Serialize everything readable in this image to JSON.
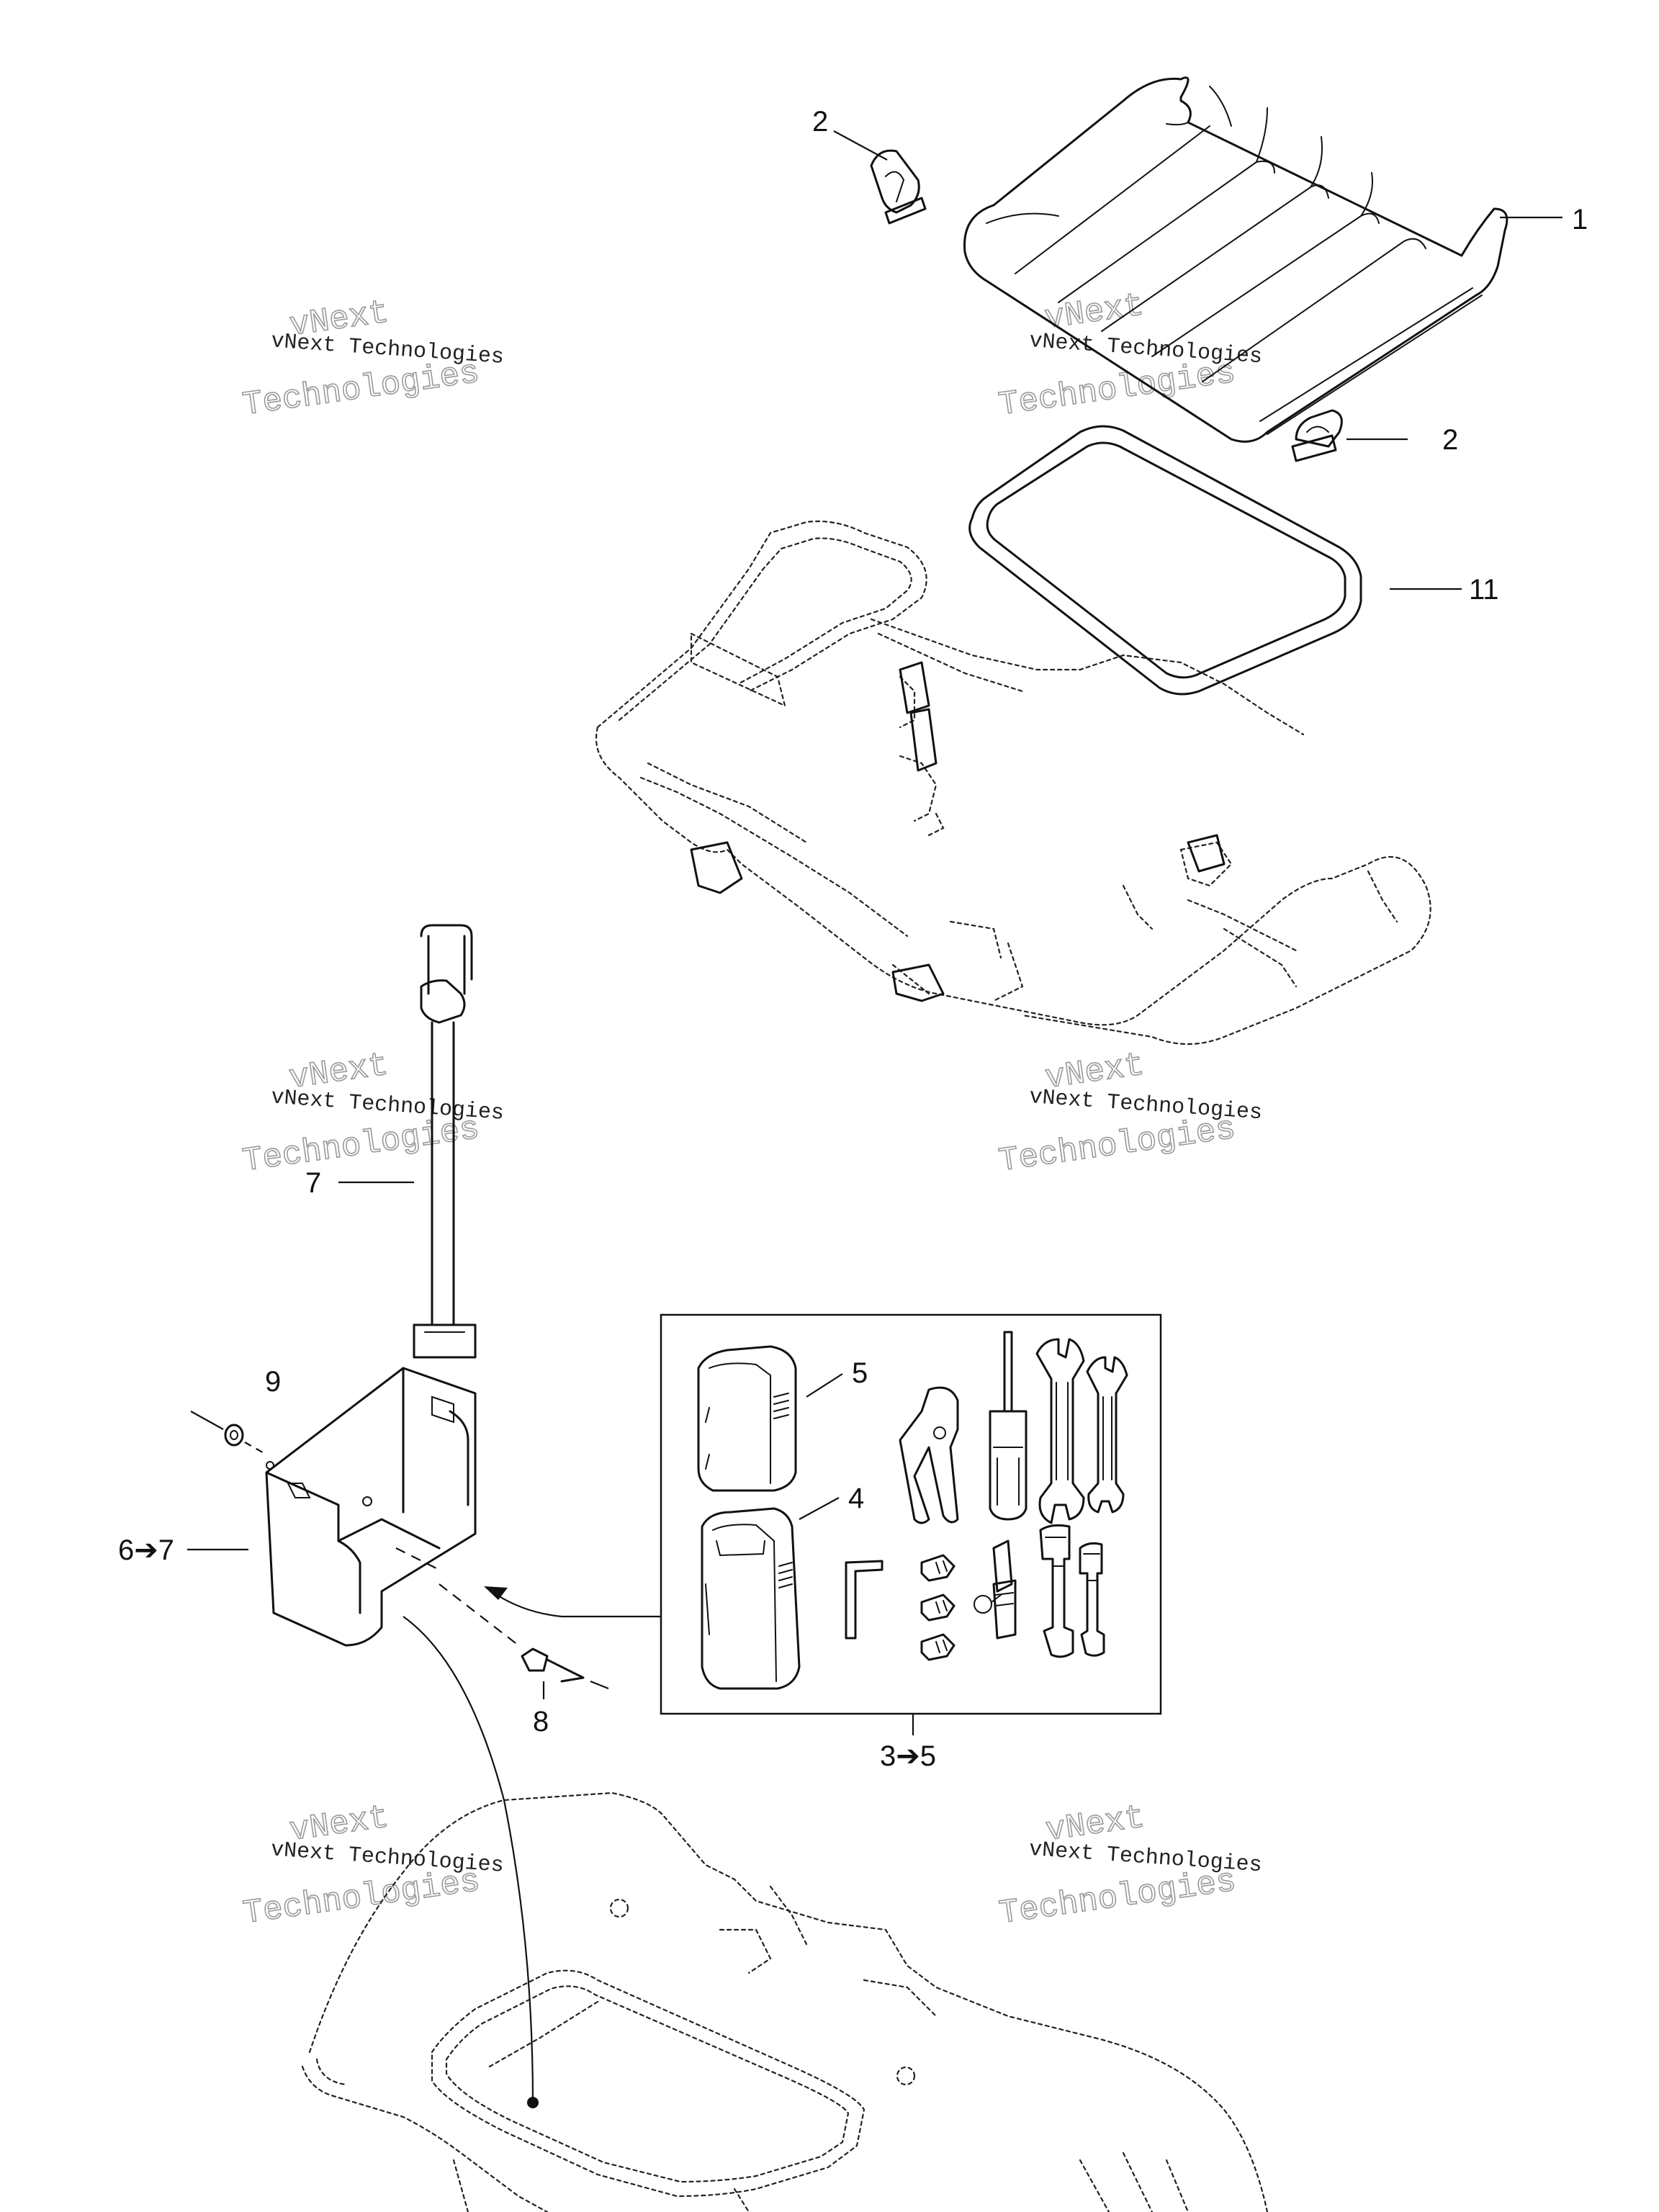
{
  "callouts": {
    "c1": "1",
    "c2a": "2",
    "c2b": "2",
    "c11": "11",
    "c7": "7",
    "c9": "9",
    "c6to7": "6➔7",
    "c5": "5",
    "c4": "4",
    "c8": "8",
    "c3to5": "3➔5"
  },
  "watermark": {
    "brand": "vNext",
    "line1": "vNext Technologies",
    "line2": "Technologies"
  }
}
